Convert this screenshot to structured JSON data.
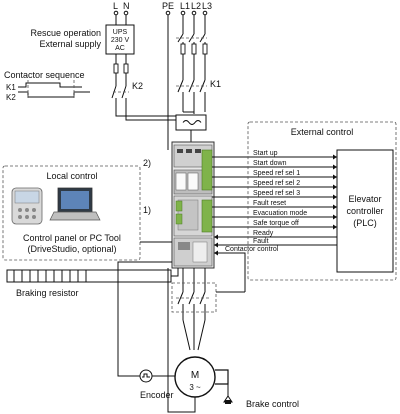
{
  "supply": {
    "terminals_left": [
      "L",
      "N"
    ],
    "terminals_right": [
      "PE",
      "L1",
      "L2",
      "L3"
    ],
    "rescue_label_1": "Rescue operation",
    "rescue_label_2": "External supply",
    "ups_line_1": "UPS",
    "ups_line_2": "230 V",
    "ups_line_3": "AC"
  },
  "contactor_sequence": {
    "title": "Contactor sequence",
    "k1": "K1",
    "k2": "K2"
  },
  "contactors": {
    "k1": "K1",
    "k2": "K2"
  },
  "markers": {
    "one": "1)",
    "two": "2)"
  },
  "local_control": {
    "title": "Local control",
    "caption_1": "Control panel or PC Tool",
    "caption_2": "(DriveStudio, optional)"
  },
  "external_control": {
    "title": "External control",
    "plc_line_1": "Elevator",
    "plc_line_2": "controller",
    "plc_line_3": "(PLC)",
    "signals": [
      "Start up",
      "Start down",
      "Speed ref sel 1",
      "Speed ref sel 2",
      "Speed ref sel 3",
      "Fault reset",
      "Evacuation mode",
      "Safe torque off",
      "Ready",
      "Fault",
      "Contactor control"
    ]
  },
  "braking_resistor": "Braking resistor",
  "motor": {
    "label": "M",
    "sub": "3 ~"
  },
  "encoder": "Encoder",
  "brake_control": "Brake control",
  "colors": {
    "drive_green": "#7fb34a",
    "wire": "#111111",
    "dash_border": "#555555"
  }
}
